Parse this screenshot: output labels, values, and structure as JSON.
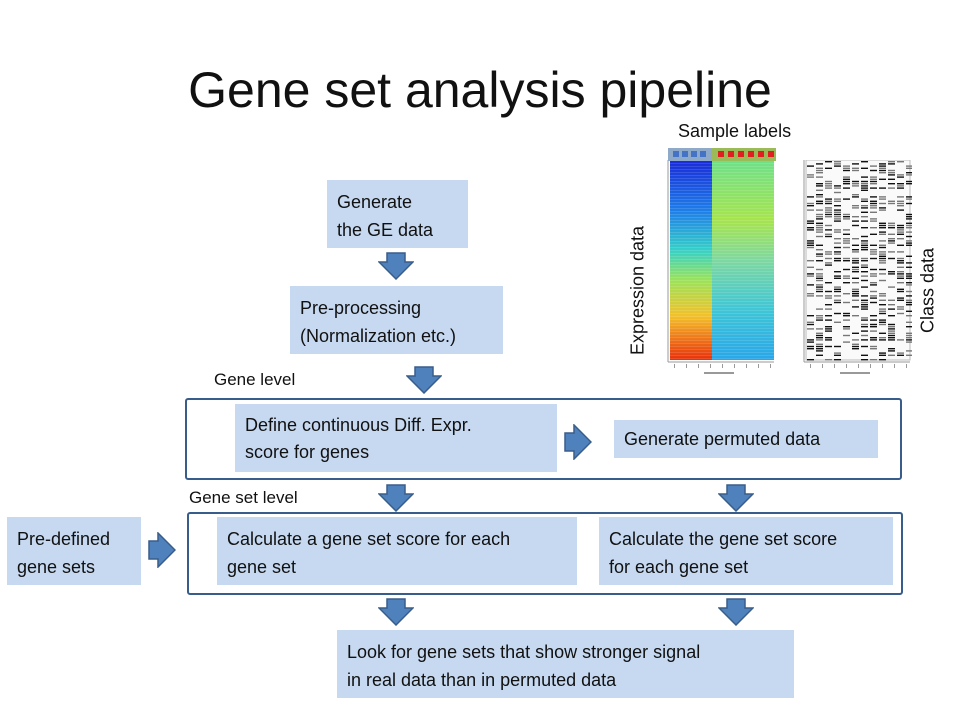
{
  "title": "Gene set analysis pipeline",
  "labels": {
    "sample_labels": "Sample labels",
    "expression_data": "Expression data",
    "class_data": "Class data",
    "gene_level": "Gene level",
    "gene_set_level": "Gene set level"
  },
  "boxes": {
    "generate_ge": "Generate\nthe GE data",
    "preprocessing": "Pre-processing\n(Normalization etc.)",
    "define_score": "Define continuous Diff. Expr.\nscore for genes",
    "generate_permuted": "Generate permuted data",
    "predefined_sets": "Pre-defined\ngene sets",
    "calc_gene_set_score": "Calculate a gene set score for each\ngene set",
    "calc_the_gene_set_score": "Calculate the gene set score\nfor each gene set",
    "look_for": "Look for gene sets that show stronger signal\nin real data than in permuted data"
  },
  "colors": {
    "box_fill": "#c6d9f1",
    "frame_border": "#385d8a",
    "arrow_fill": "#4f81bd",
    "arrow_stroke": "#385d8a",
    "sample_group_a": "#4472c4",
    "sample_group_b": "#e02020",
    "sample_bar_a": "#8fa9c9",
    "sample_bar_b": "#9bbb59"
  }
}
